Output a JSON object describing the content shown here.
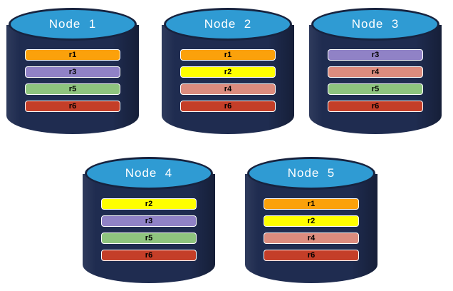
{
  "diagram": {
    "background_color": "#FFFFFF",
    "cylinder": {
      "body_color": "#1F2C50",
      "top_color": "#2F9BD3",
      "top_border_color": "#17233F",
      "title_color": "#FFFFFF",
      "bar_border_color": "#FFFFFF",
      "bar_text_color": "#000000"
    },
    "replica_palette": {
      "r1": "#FBA10B",
      "r2": "#FFFF00",
      "r3": "#9082C6",
      "r4": "#DC8C7E",
      "r5": "#8EC47E",
      "r6": "#C43E28"
    },
    "nodes": [
      {
        "label": "Node  1",
        "replicas": [
          {
            "label": "r1",
            "color": "#FBA10B"
          },
          {
            "label": "r3",
            "color": "#9082C6"
          },
          {
            "label": "r5",
            "color": "#8EC47E"
          },
          {
            "label": "r6",
            "color": "#C43E28"
          }
        ]
      },
      {
        "label": "Node  2",
        "replicas": [
          {
            "label": "r1",
            "color": "#FBA10B"
          },
          {
            "label": "r2",
            "color": "#FFFF00"
          },
          {
            "label": "r4",
            "color": "#DC8C7E"
          },
          {
            "label": "r6",
            "color": "#C43E28"
          }
        ]
      },
      {
        "label": "Node  3",
        "replicas": [
          {
            "label": "r3",
            "color": "#9082C6"
          },
          {
            "label": "r4",
            "color": "#DC8C7E"
          },
          {
            "label": "r5",
            "color": "#8EC47E"
          },
          {
            "label": "r6",
            "color": "#C43E28"
          }
        ]
      },
      {
        "label": "Node  4",
        "replicas": [
          {
            "label": "r2",
            "color": "#FFFF00"
          },
          {
            "label": "r3",
            "color": "#9082C6"
          },
          {
            "label": "r5",
            "color": "#8EC47E"
          },
          {
            "label": "r6",
            "color": "#C43E28"
          }
        ]
      },
      {
        "label": "Node  5",
        "replicas": [
          {
            "label": "r1",
            "color": "#FBA10B"
          },
          {
            "label": "r2",
            "color": "#FFFF00"
          },
          {
            "label": "r4",
            "color": "#DC8C7E"
          },
          {
            "label": "r6",
            "color": "#C43E28"
          }
        ]
      }
    ]
  }
}
